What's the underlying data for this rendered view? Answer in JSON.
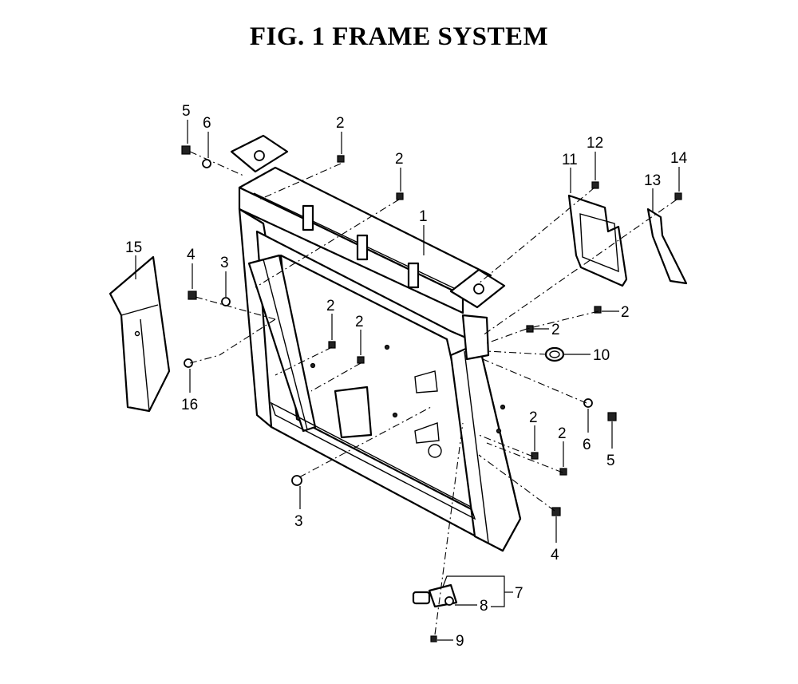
{
  "title": "FIG. 1  FRAME SYSTEM",
  "callouts": {
    "c1": "1",
    "c2a": "2",
    "c2b": "2",
    "c2c": "2",
    "c2d": "2",
    "c2e": "2",
    "c2f": "2",
    "c2g": "2",
    "c2h": "2",
    "c3a": "3",
    "c3b": "3",
    "c4a": "4",
    "c4b": "4",
    "c5a": "5",
    "c5b": "5",
    "c6a": "6",
    "c6b": "6",
    "c7": "7",
    "c8": "8",
    "c9": "9",
    "c10": "10",
    "c11": "11",
    "c12": "12",
    "c13": "13",
    "c14": "14",
    "c15": "15",
    "c16": "16"
  }
}
